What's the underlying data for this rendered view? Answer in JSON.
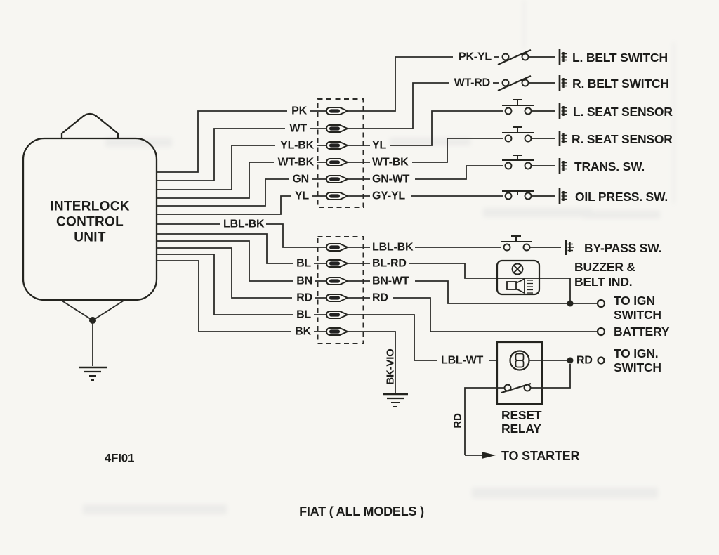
{
  "caption": "FIAT ( ALL MODELS )",
  "figure_number": "4FI01",
  "control_unit": {
    "line1": "INTERLOCK",
    "line2": "CONTROL",
    "line3": "UNIT"
  },
  "connector_upper": {
    "left": [
      "PK",
      "WT",
      "YL-BK",
      "WT-BK",
      "GN",
      "YL"
    ],
    "right": [
      "YL",
      "WT-BK",
      "GN-WT",
      "GY-YL"
    ]
  },
  "connector_lower": {
    "left": [
      "BL",
      "BN",
      "RD",
      "BL",
      "BK"
    ],
    "right": [
      "LBL-BK",
      "BL-RD",
      "BN-WT",
      "RD"
    ]
  },
  "wires": {
    "lbl_bk": "LBL-BK",
    "pk_yl": "PK-YL",
    "wt_rd": "WT-RD",
    "bk_vio": "BK-VIO",
    "lbl_wt": "LBL-WT",
    "rd_to_ign": "RD",
    "rd_to_starter": "RD"
  },
  "devices": {
    "l_belt_switch": "L. BELT SWITCH",
    "r_belt_switch": "R. BELT SWITCH",
    "l_seat_sensor": "L. SEAT SENSOR",
    "r_seat_sensor": "R. SEAT SENSOR",
    "trans_sw": "TRANS. SW.",
    "oil_press_sw": "OIL PRESS. SW.",
    "bypass_sw": "BY-PASS SW.",
    "buzzer_line1": "BUZZER &",
    "buzzer_line2": "BELT IND.",
    "relay_line1": "RESET",
    "relay_line2": "RELAY"
  },
  "terminals": {
    "to_ign_line1": "TO IGN",
    "to_ign_line2": "SWITCH",
    "battery": "BATTERY",
    "to_ign2_line1": "TO IGN.",
    "to_ign2_line2": "SWITCH",
    "to_starter": "TO STARTER"
  }
}
